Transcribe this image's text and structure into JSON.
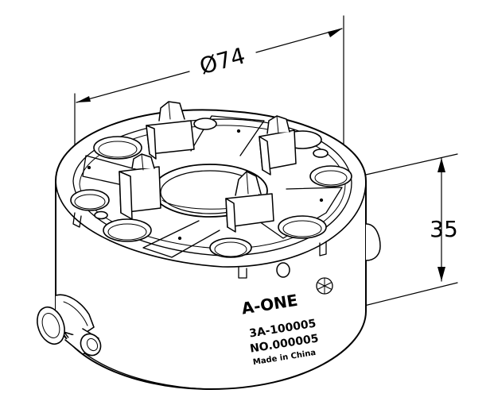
{
  "dimensions": {
    "diameter_label": "Ø74",
    "height_label": "35"
  },
  "part_marking": {
    "brand": "A-ONE",
    "model": "3A-100005",
    "serial": "NO.000005",
    "origin": "Made in China"
  },
  "colors": {
    "line": "#000000",
    "background": "#ffffff"
  }
}
